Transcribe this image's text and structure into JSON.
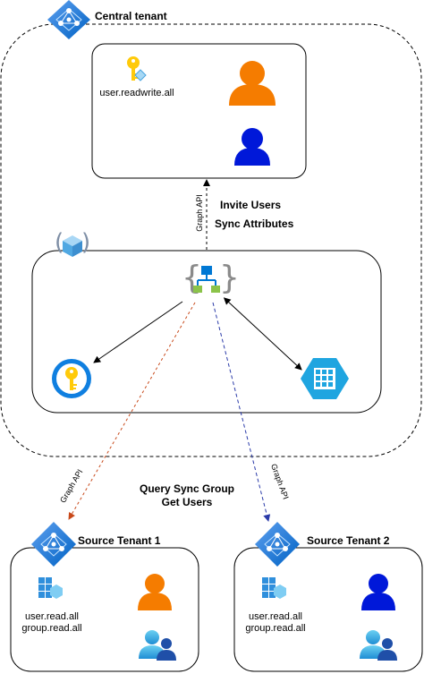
{
  "central_tenant": {
    "title": "Central tenant",
    "permission": "user.readwrite.all"
  },
  "connectors": {
    "graph_api_top": "Graph API",
    "invite_users": "Invite Users",
    "sync_attributes": "Sync Attributes",
    "graph_api_left": "Graph API",
    "graph_api_right": "Graph API",
    "query_sync_group": "Query Sync Group",
    "get_users": "Get Users"
  },
  "source_tenant_1": {
    "title": "Source Tenant 1",
    "permissions": [
      "user.read.all",
      "group.read.all"
    ]
  },
  "source_tenant_2": {
    "title": "Source Tenant 2",
    "permissions": [
      "user.read.all",
      "group.read.all"
    ]
  },
  "colors": {
    "azure_blue": "#0078d4",
    "user_orange": "#f57c00",
    "user_blue": "#0018d9",
    "key_yellow": "#ffca0a",
    "arrow_orange": "#c8491a",
    "arrow_blue": "#2a3aa8"
  }
}
